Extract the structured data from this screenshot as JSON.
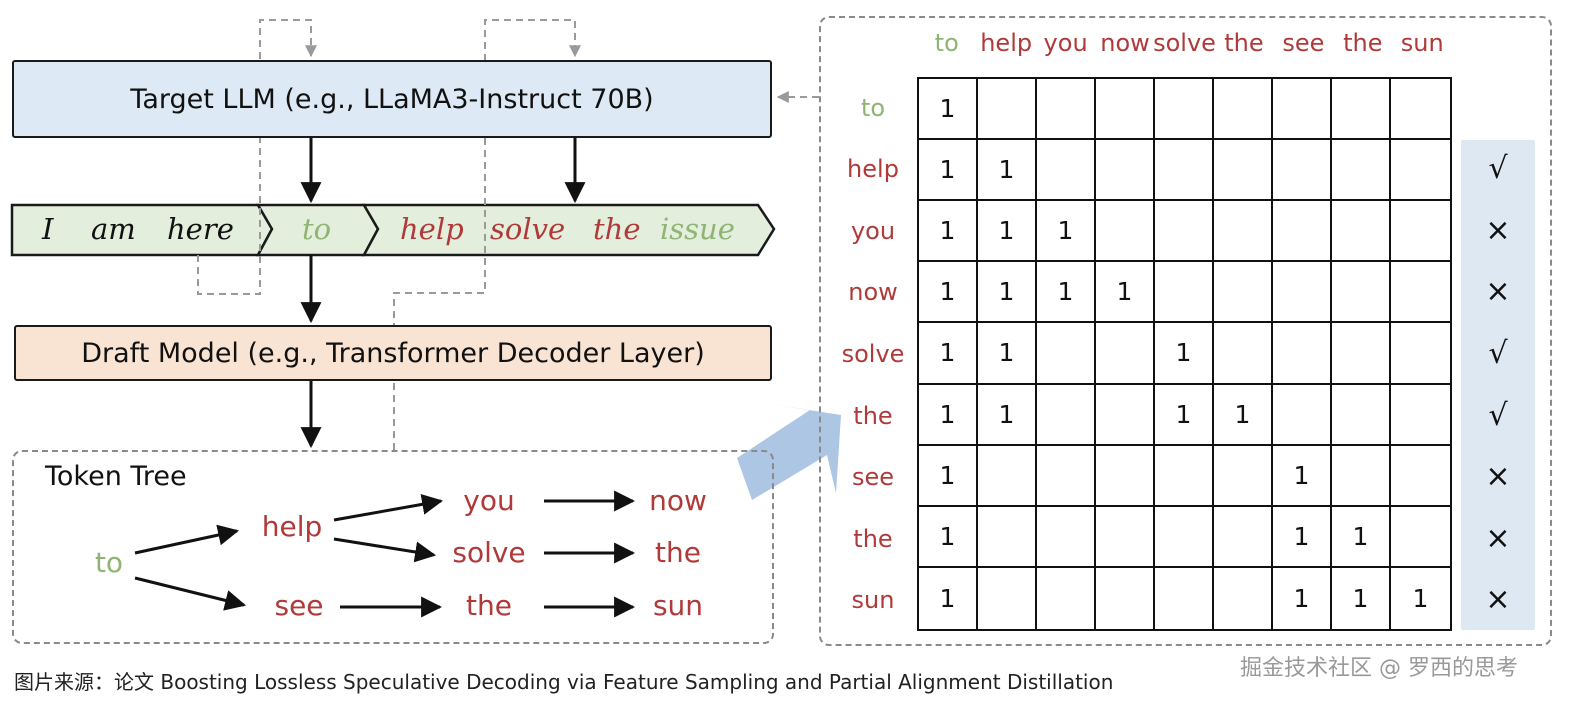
{
  "colors": {
    "accepted": "#8fb474",
    "candidate": "#b03a3a",
    "target_fill": "#dde9f4",
    "draft_fill": "#f9e3d3",
    "prefix_fill": "#e3eedc",
    "verdict_fill": "#dde8f2",
    "big_arrow": "#a8c3e3"
  },
  "target_model": {
    "label": "Target LLM (e.g., LLaMA3-Instruct 70B)"
  },
  "draft_model": {
    "label": "Draft Model (e.g., Transformer Decoder Layer)"
  },
  "sequence": {
    "prefix": [
      "I",
      "am",
      "here"
    ],
    "drafted": "to",
    "verified": [
      "help",
      "solve",
      "the",
      "issue"
    ]
  },
  "token_tree": {
    "title": "Token Tree",
    "nodes": [
      {
        "id": "n_to",
        "text": "to",
        "kind": "accepted"
      },
      {
        "id": "n_help",
        "text": "help",
        "kind": "candidate"
      },
      {
        "id": "n_you",
        "text": "you",
        "kind": "candidate"
      },
      {
        "id": "n_now",
        "text": "now",
        "kind": "candidate"
      },
      {
        "id": "n_solve",
        "text": "solve",
        "kind": "candidate"
      },
      {
        "id": "n_the1",
        "text": "the",
        "kind": "candidate"
      },
      {
        "id": "n_see",
        "text": "see",
        "kind": "candidate"
      },
      {
        "id": "n_the2",
        "text": "the",
        "kind": "candidate"
      },
      {
        "id": "n_sun",
        "text": "sun",
        "kind": "candidate"
      }
    ],
    "edges": [
      [
        "n_to",
        "n_help"
      ],
      [
        "n_to",
        "n_see"
      ],
      [
        "n_help",
        "n_you"
      ],
      [
        "n_help",
        "n_solve"
      ],
      [
        "n_you",
        "n_now"
      ],
      [
        "n_solve",
        "n_the1"
      ],
      [
        "n_see",
        "n_the2"
      ],
      [
        "n_the2",
        "n_sun"
      ]
    ]
  },
  "attention_mask": {
    "tokens": [
      "to",
      "help",
      "you",
      "now",
      "solve",
      "the",
      "see",
      "the",
      "sun"
    ],
    "rows": [
      [
        1,
        0,
        0,
        0,
        0,
        0,
        0,
        0,
        0
      ],
      [
        1,
        1,
        0,
        0,
        0,
        0,
        0,
        0,
        0
      ],
      [
        1,
        1,
        1,
        0,
        0,
        0,
        0,
        0,
        0
      ],
      [
        1,
        1,
        1,
        1,
        0,
        0,
        0,
        0,
        0
      ],
      [
        1,
        1,
        0,
        0,
        1,
        0,
        0,
        0,
        0
      ],
      [
        1,
        1,
        0,
        0,
        1,
        1,
        0,
        0,
        0
      ],
      [
        1,
        0,
        0,
        0,
        0,
        0,
        1,
        0,
        0
      ],
      [
        1,
        0,
        0,
        0,
        0,
        0,
        1,
        1,
        0
      ],
      [
        1,
        0,
        0,
        0,
        0,
        0,
        1,
        1,
        1
      ]
    ],
    "verdicts": [
      "√",
      "×",
      "×",
      "√",
      "√",
      "×",
      "×",
      "×"
    ]
  },
  "caption": "图片来源：论文 Boosting Lossless Speculative Decoding via Feature Sampling and Partial Alignment Distillation",
  "watermark": "掘金技术社区 @ 罗西的思考"
}
